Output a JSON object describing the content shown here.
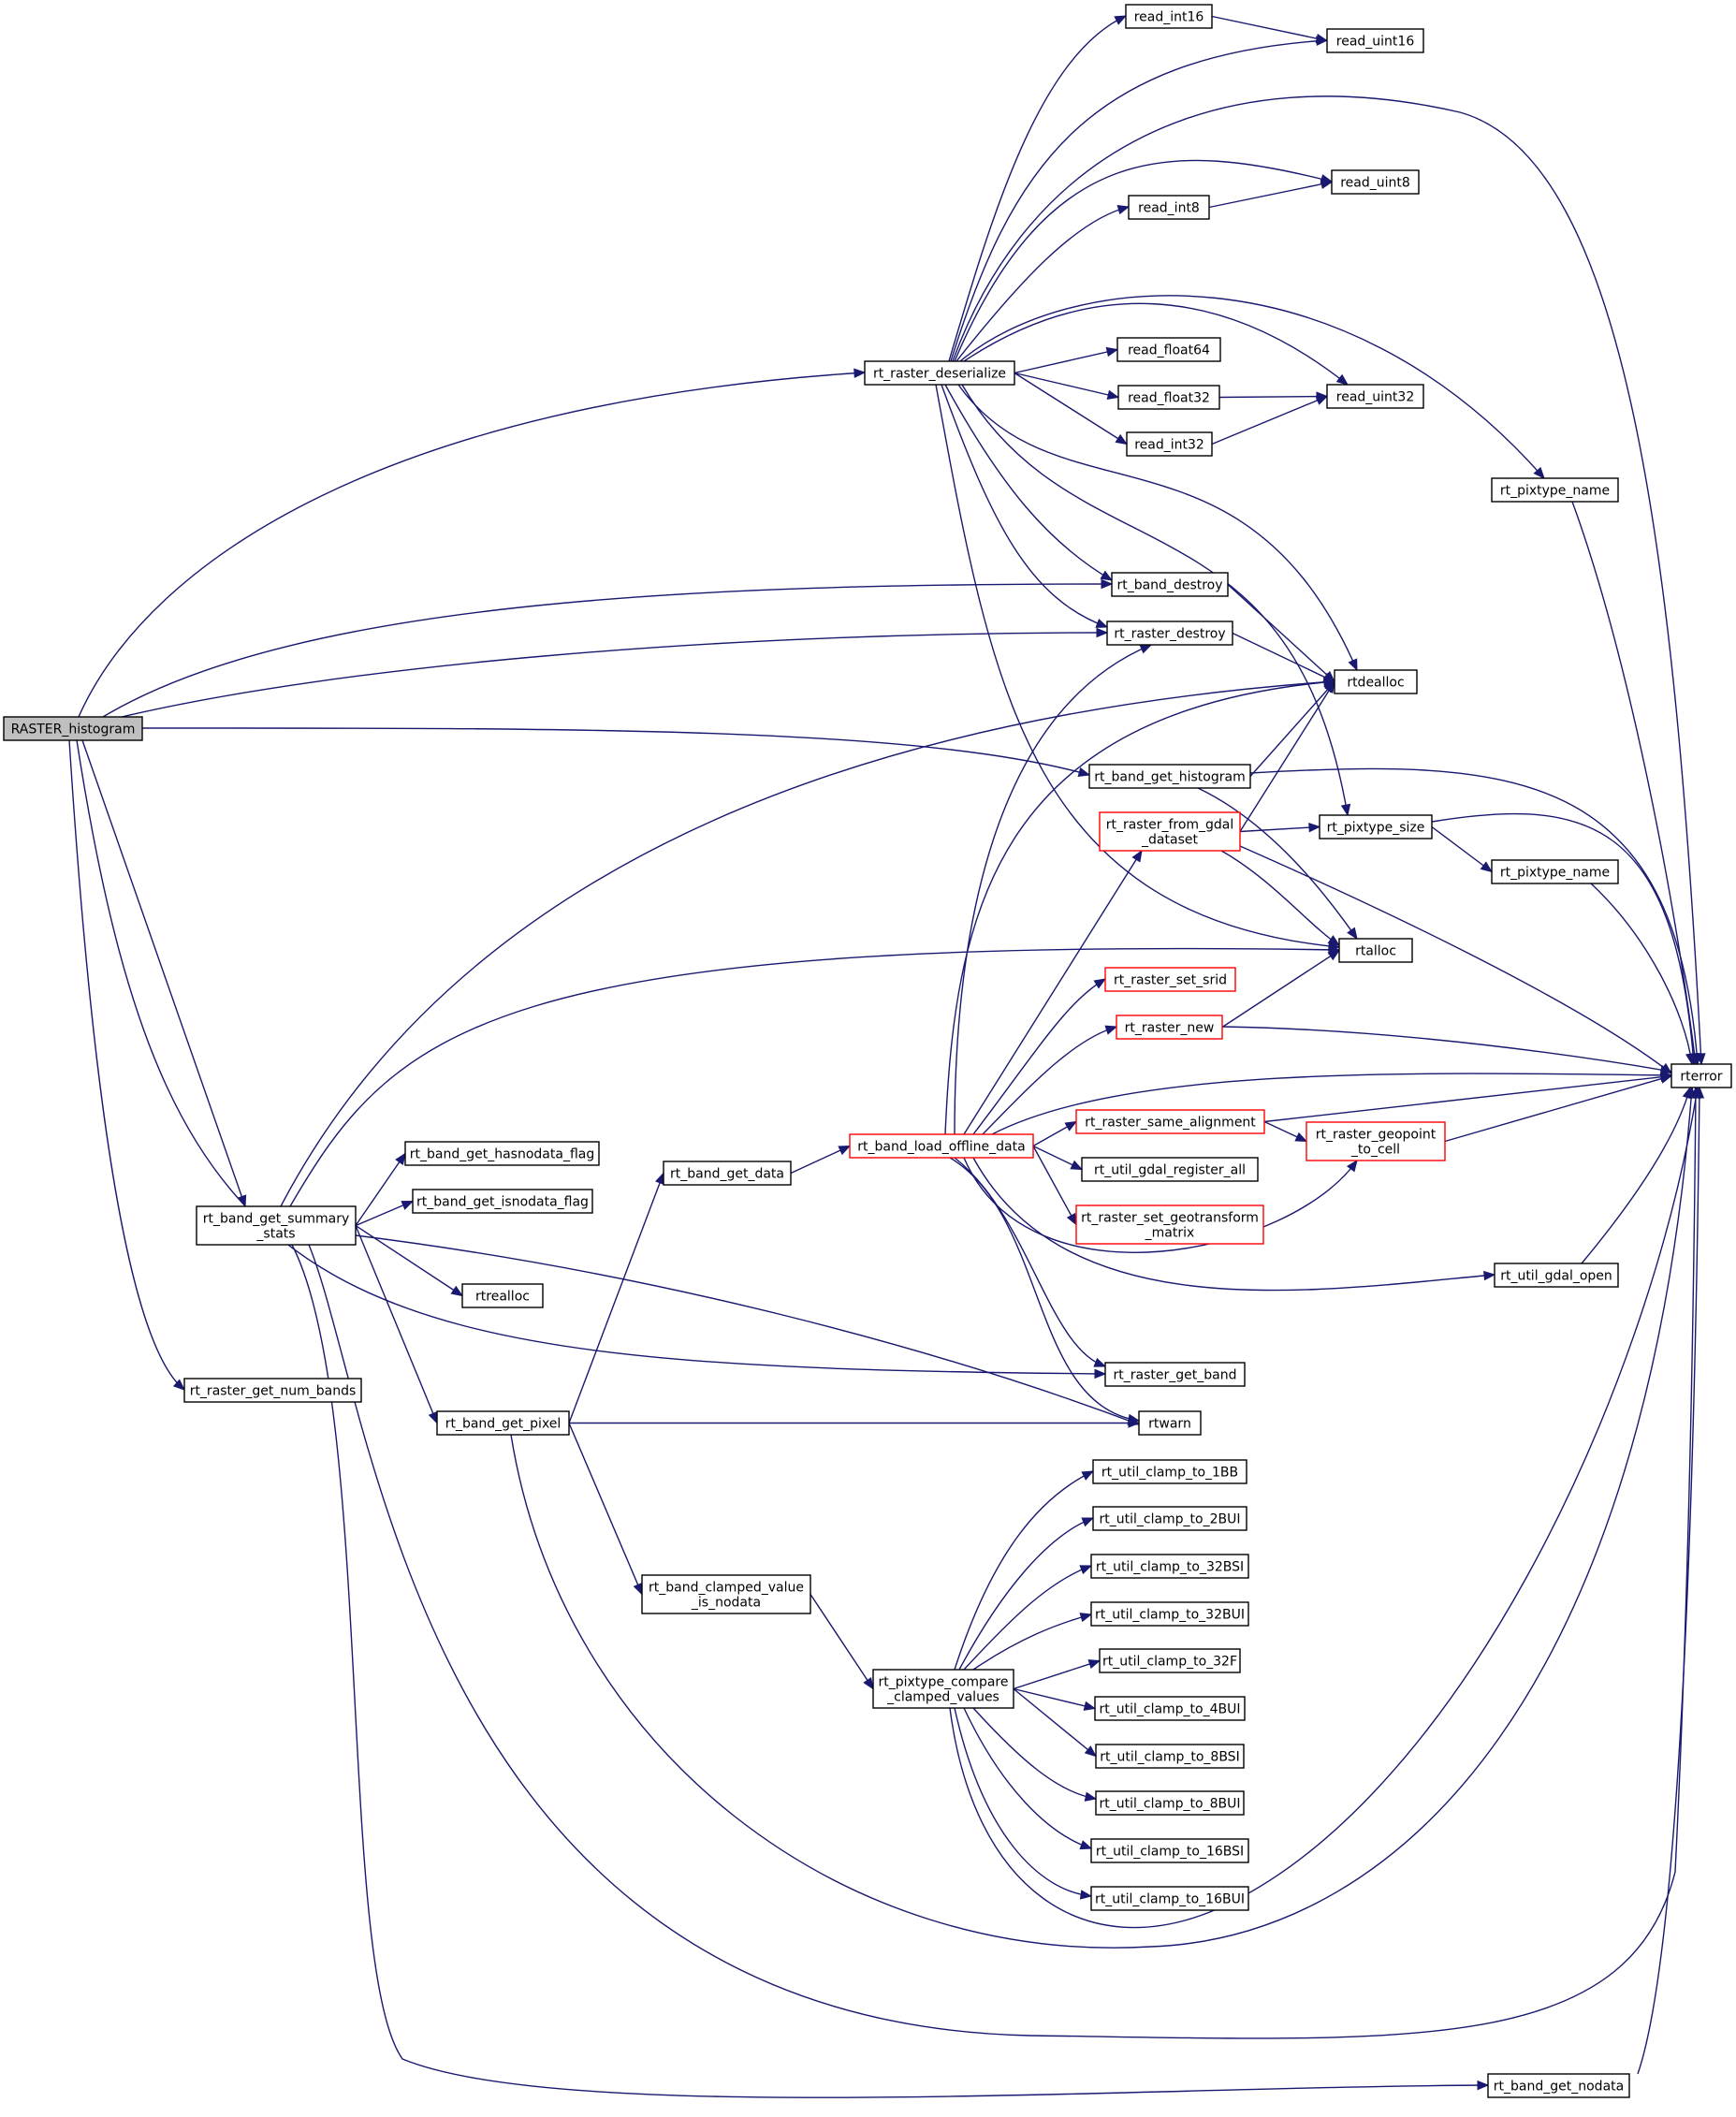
{
  "graph": {
    "root": "RASTER_histogram",
    "colors": {
      "edge": "#191970",
      "incomplete_border": "#ff0000",
      "node_border": "#000000",
      "root_fill": "#bfbfbf",
      "node_fill": "#ffffff"
    },
    "nodes": [
      {
        "id": "RASTER_histogram",
        "lines": [
          "RASTER_histogram"
        ],
        "style": "root"
      },
      {
        "id": "rt_raster_deserialize",
        "lines": [
          "rt_raster_deserialize"
        ]
      },
      {
        "id": "read_int16",
        "lines": [
          "read_int16"
        ]
      },
      {
        "id": "read_uint16",
        "lines": [
          "read_uint16"
        ]
      },
      {
        "id": "read_uint8",
        "lines": [
          "read_uint8"
        ]
      },
      {
        "id": "read_int8",
        "lines": [
          "read_int8"
        ]
      },
      {
        "id": "read_float64",
        "lines": [
          "read_float64"
        ]
      },
      {
        "id": "read_float32",
        "lines": [
          "read_float32"
        ]
      },
      {
        "id": "read_uint32",
        "lines": [
          "read_uint32"
        ]
      },
      {
        "id": "read_int32",
        "lines": [
          "read_int32"
        ]
      },
      {
        "id": "rt_pixtype_name_1",
        "lines": [
          "rt_pixtype_name"
        ]
      },
      {
        "id": "rt_band_destroy",
        "lines": [
          "rt_band_destroy"
        ]
      },
      {
        "id": "rt_raster_destroy",
        "lines": [
          "rt_raster_destroy"
        ]
      },
      {
        "id": "rtdealloc",
        "lines": [
          "rtdealloc"
        ]
      },
      {
        "id": "rt_band_get_histogram",
        "lines": [
          "rt_band_get_histogram"
        ]
      },
      {
        "id": "rt_raster_from_gdal_dataset",
        "lines": [
          "rt_raster_from_gdal",
          "_dataset"
        ],
        "style": "incomplete"
      },
      {
        "id": "rt_pixtype_size",
        "lines": [
          "rt_pixtype_size"
        ]
      },
      {
        "id": "rt_pixtype_name_2",
        "lines": [
          "rt_pixtype_name"
        ]
      },
      {
        "id": "rtalloc",
        "lines": [
          "rtalloc"
        ]
      },
      {
        "id": "rt_raster_set_srid",
        "lines": [
          "rt_raster_set_srid"
        ],
        "style": "incomplete"
      },
      {
        "id": "rt_raster_new",
        "lines": [
          "rt_raster_new"
        ],
        "style": "incomplete"
      },
      {
        "id": "rterror",
        "lines": [
          "rterror"
        ]
      },
      {
        "id": "rt_raster_same_alignment",
        "lines": [
          "rt_raster_same_alignment"
        ],
        "style": "incomplete"
      },
      {
        "id": "rt_band_load_offline_data",
        "lines": [
          "rt_band_load_offline_data"
        ],
        "style": "incomplete"
      },
      {
        "id": "rt_raster_geopoint_to_cell",
        "lines": [
          "rt_raster_geopoint",
          "_to_cell"
        ],
        "style": "incomplete"
      },
      {
        "id": "rt_util_gdal_register_all",
        "lines": [
          "rt_util_gdal_register_all"
        ]
      },
      {
        "id": "rt_raster_set_geotransform_matrix",
        "lines": [
          "rt_raster_set_geotransform",
          "_matrix"
        ],
        "style": "incomplete"
      },
      {
        "id": "rt_band_get_hasnodata_flag",
        "lines": [
          "rt_band_get_hasnodata_flag"
        ]
      },
      {
        "id": "rt_band_get_isnodata_flag",
        "lines": [
          "rt_band_get_isnodata_flag"
        ]
      },
      {
        "id": "rt_band_get_data",
        "lines": [
          "rt_band_get_data"
        ]
      },
      {
        "id": "rt_band_get_summary_stats",
        "lines": [
          "rt_band_get_summary",
          "_stats"
        ]
      },
      {
        "id": "rtrealloc",
        "lines": [
          "rtrealloc"
        ]
      },
      {
        "id": "rt_util_gdal_open",
        "lines": [
          "rt_util_gdal_open"
        ]
      },
      {
        "id": "rt_raster_get_band",
        "lines": [
          "rt_raster_get_band"
        ]
      },
      {
        "id": "rt_raster_get_num_bands",
        "lines": [
          "rt_raster_get_num_bands"
        ]
      },
      {
        "id": "rt_band_get_pixel",
        "lines": [
          "rt_band_get_pixel"
        ]
      },
      {
        "id": "rtwarn",
        "lines": [
          "rtwarn"
        ]
      },
      {
        "id": "rt_util_clamp_to_1BB",
        "lines": [
          "rt_util_clamp_to_1BB"
        ]
      },
      {
        "id": "rt_util_clamp_to_2BUI",
        "lines": [
          "rt_util_clamp_to_2BUI"
        ]
      },
      {
        "id": "rt_util_clamp_to_32BSI",
        "lines": [
          "rt_util_clamp_to_32BSI"
        ]
      },
      {
        "id": "rt_util_clamp_to_32BUI",
        "lines": [
          "rt_util_clamp_to_32BUI"
        ]
      },
      {
        "id": "rt_band_clamped_value_is_nodata",
        "lines": [
          "rt_band_clamped_value",
          "_is_nodata"
        ]
      },
      {
        "id": "rt_util_clamp_to_32F",
        "lines": [
          "rt_util_clamp_to_32F"
        ]
      },
      {
        "id": "rt_pixtype_compare_clamped_values",
        "lines": [
          "rt_pixtype_compare",
          "_clamped_values"
        ]
      },
      {
        "id": "rt_util_clamp_to_4BUI",
        "lines": [
          "rt_util_clamp_to_4BUI"
        ]
      },
      {
        "id": "rt_util_clamp_to_8BSI",
        "lines": [
          "rt_util_clamp_to_8BSI"
        ]
      },
      {
        "id": "rt_util_clamp_to_8BUI",
        "lines": [
          "rt_util_clamp_to_8BUI"
        ]
      },
      {
        "id": "rt_util_clamp_to_16BSI",
        "lines": [
          "rt_util_clamp_to_16BSI"
        ]
      },
      {
        "id": "rt_util_clamp_to_16BUI",
        "lines": [
          "rt_util_clamp_to_16BUI"
        ]
      },
      {
        "id": "rt_band_get_nodata",
        "lines": [
          "rt_band_get_nodata"
        ]
      }
    ],
    "edges": [
      [
        "RASTER_histogram",
        "rt_raster_deserialize"
      ],
      [
        "RASTER_histogram",
        "rt_band_destroy"
      ],
      [
        "RASTER_histogram",
        "rt_raster_destroy"
      ],
      [
        "RASTER_histogram",
        "rt_band_get_histogram"
      ],
      [
        "RASTER_histogram",
        "rt_band_get_summary_stats"
      ],
      [
        "RASTER_histogram",
        "rt_raster_get_band"
      ],
      [
        "RASTER_histogram",
        "rt_raster_get_num_bands"
      ],
      [
        "rt_raster_deserialize",
        "read_int16"
      ],
      [
        "rt_raster_deserialize",
        "read_uint16"
      ],
      [
        "rt_raster_deserialize",
        "rterror"
      ],
      [
        "rt_raster_deserialize",
        "read_uint8"
      ],
      [
        "rt_raster_deserialize",
        "read_int8"
      ],
      [
        "rt_raster_deserialize",
        "read_uint32"
      ],
      [
        "rt_raster_deserialize",
        "rt_pixtype_name_1"
      ],
      [
        "rt_raster_deserialize",
        "read_float64"
      ],
      [
        "rt_raster_deserialize",
        "read_float32"
      ],
      [
        "rt_raster_deserialize",
        "read_int32"
      ],
      [
        "rt_raster_deserialize",
        "rtdealloc"
      ],
      [
        "rt_raster_deserialize",
        "rt_band_destroy"
      ],
      [
        "rt_raster_deserialize",
        "rt_raster_destroy"
      ],
      [
        "rt_raster_deserialize",
        "rt_pixtype_size"
      ],
      [
        "rt_raster_deserialize",
        "rtalloc"
      ],
      [
        "read_int16",
        "read_uint16"
      ],
      [
        "read_int8",
        "read_uint8"
      ],
      [
        "read_float32",
        "read_uint32"
      ],
      [
        "read_int32",
        "read_uint32"
      ],
      [
        "rt_pixtype_name_1",
        "rterror"
      ],
      [
        "rt_band_destroy",
        "rtdealloc"
      ],
      [
        "rt_raster_destroy",
        "rtdealloc"
      ],
      [
        "rt_band_get_histogram",
        "rtdealloc"
      ],
      [
        "rt_band_get_histogram",
        "rterror"
      ],
      [
        "rt_band_get_histogram",
        "rtalloc"
      ],
      [
        "rt_raster_from_gdal_dataset",
        "rtdealloc"
      ],
      [
        "rt_raster_from_gdal_dataset",
        "rt_pixtype_size"
      ],
      [
        "rt_raster_from_gdal_dataset",
        "rtalloc"
      ],
      [
        "rt_raster_from_gdal_dataset",
        "rterror"
      ],
      [
        "rt_pixtype_size",
        "rterror"
      ],
      [
        "rt_pixtype_size",
        "rt_pixtype_name_2"
      ],
      [
        "rt_pixtype_name_2",
        "rterror"
      ],
      [
        "rt_raster_new",
        "rtalloc"
      ],
      [
        "rt_raster_new",
        "rterror"
      ],
      [
        "rt_raster_same_alignment",
        "rterror"
      ],
      [
        "rt_raster_same_alignment",
        "rt_raster_geopoint_to_cell"
      ],
      [
        "rt_raster_geopoint_to_cell",
        "rterror"
      ],
      [
        "rt_util_gdal_open",
        "rterror"
      ],
      [
        "rt_band_load_offline_data",
        "rt_raster_destroy"
      ],
      [
        "rt_band_load_offline_data",
        "rtdealloc"
      ],
      [
        "rt_band_load_offline_data",
        "rt_raster_from_gdal_dataset"
      ],
      [
        "rt_band_load_offline_data",
        "rt_raster_set_srid"
      ],
      [
        "rt_band_load_offline_data",
        "rt_raster_new"
      ],
      [
        "rt_band_load_offline_data",
        "rterror"
      ],
      [
        "rt_band_load_offline_data",
        "rt_raster_same_alignment"
      ],
      [
        "rt_band_load_offline_data",
        "rt_util_gdal_register_all"
      ],
      [
        "rt_band_load_offline_data",
        "rt_raster_set_geotransform_matrix"
      ],
      [
        "rt_band_load_offline_data",
        "rt_raster_geopoint_to_cell"
      ],
      [
        "rt_band_load_offline_data",
        "rt_util_gdal_open"
      ],
      [
        "rt_band_load_offline_data",
        "rt_raster_get_band"
      ],
      [
        "rt_band_load_offline_data",
        "rtwarn"
      ],
      [
        "rt_band_get_data",
        "rt_band_load_offline_data"
      ],
      [
        "rt_band_get_summary_stats",
        "rtdealloc"
      ],
      [
        "rt_band_get_summary_stats",
        "rtalloc"
      ],
      [
        "rt_band_get_summary_stats",
        "rt_band_get_hasnodata_flag"
      ],
      [
        "rt_band_get_summary_stats",
        "rt_band_get_isnodata_flag"
      ],
      [
        "rt_band_get_summary_stats",
        "rtrealloc"
      ],
      [
        "rt_band_get_summary_stats",
        "rtwarn"
      ],
      [
        "rt_band_get_summary_stats",
        "rt_band_get_pixel"
      ],
      [
        "rt_band_get_summary_stats",
        "rterror"
      ],
      [
        "rt_band_get_summary_stats",
        "rt_band_get_nodata"
      ],
      [
        "rt_band_get_pixel",
        "rt_band_get_data"
      ],
      [
        "rt_band_get_pixel",
        "rtwarn"
      ],
      [
        "rt_band_get_pixel",
        "rt_band_clamped_value_is_nodata"
      ],
      [
        "rt_band_get_pixel",
        "rterror"
      ],
      [
        "rt_band_clamped_value_is_nodata",
        "rt_pixtype_compare_clamped_values"
      ],
      [
        "rt_pixtype_compare_clamped_values",
        "rt_util_clamp_to_1BB"
      ],
      [
        "rt_pixtype_compare_clamped_values",
        "rt_util_clamp_to_2BUI"
      ],
      [
        "rt_pixtype_compare_clamped_values",
        "rt_util_clamp_to_32BSI"
      ],
      [
        "rt_pixtype_compare_clamped_values",
        "rt_util_clamp_to_32BUI"
      ],
      [
        "rt_pixtype_compare_clamped_values",
        "rt_util_clamp_to_32F"
      ],
      [
        "rt_pixtype_compare_clamped_values",
        "rt_util_clamp_to_4BUI"
      ],
      [
        "rt_pixtype_compare_clamped_values",
        "rt_util_clamp_to_8BSI"
      ],
      [
        "rt_pixtype_compare_clamped_values",
        "rt_util_clamp_to_8BUI"
      ],
      [
        "rt_pixtype_compare_clamped_values",
        "rt_util_clamp_to_16BSI"
      ],
      [
        "rt_pixtype_compare_clamped_values",
        "rt_util_clamp_to_16BUI"
      ],
      [
        "rt_pixtype_compare_clamped_values",
        "rterror"
      ],
      [
        "rt_band_get_nodata",
        "rterror"
      ]
    ]
  }
}
